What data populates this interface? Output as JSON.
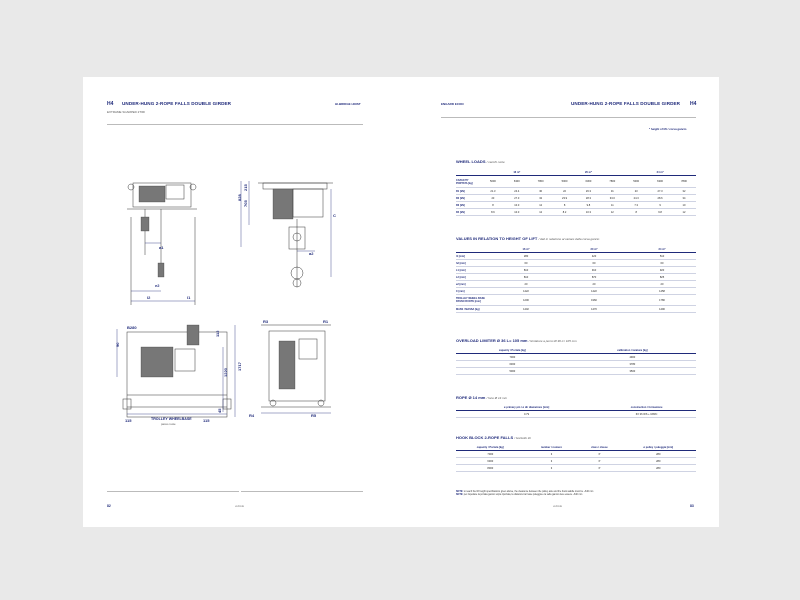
{
  "left": {
    "code": "H4",
    "title": "UNDER-HUNG 2-ROPE FALLS DOUBLE GIRDER",
    "subtitle": "EXTRAME SCARPED 2TIRI",
    "tag": "HI-BRIDGE HOIST",
    "dims": {
      "a1": "a1",
      "a2": "a2",
      "e2": "e2",
      "l2": "l2",
      "l1": "l1",
      "h1": "215",
      "h2": "705",
      "h3": "828",
      "c": "C",
      "b1": "B280",
      "b2": "90",
      "b3": "112",
      "b4": "1717",
      "b5": "1220",
      "b6": "45",
      "w1": "115",
      "w2": "115",
      "r1": "R3",
      "r2": "R1",
      "r3": "R4",
      "r4": "R5"
    },
    "caption_main": "TROLLEY WHEELBASE",
    "caption_sub": "passo ruote",
    "page_num": "82",
    "site": "verlinde"
  },
  "right": {
    "tag": "ENGARD ECON",
    "title": "UNDER-HUNG 2-ROPE FALLS DOUBLE GIRDER",
    "code": "H4",
    "subtitle": "* height of lift / corsa gancio",
    "wheel": {
      "title": "WHEEL LOADS",
      "title_it": "/ carichi ruote",
      "groups": [
        "16 m*",
        "20 m*",
        "24 m*"
      ],
      "cap_label": "CAPACITY",
      "cap_label_it": "PORTATA [kg]",
      "capacity": [
        "5000",
        "6300",
        "7800",
        "5000",
        "6300",
        "7800",
        "5000",
        "6300",
        "7800"
      ],
      "rows": [
        {
          "label": "R1 [kN]",
          "values": [
            "21.3",
            "24.4",
            "30",
            "22",
            "26.3",
            "31",
            "23",
            "27.3",
            "32"
          ]
        },
        {
          "label": "R2 [kN]",
          "values": [
            "23",
            "27.3",
            "32",
            "23.9",
            "28.3",
            "33.0",
            "24.3",
            "28.6",
            "34"
          ]
        },
        {
          "label": "R3 [kN]",
          "values": [
            "8",
            "10.3",
            "12",
            "8",
            "9.8",
            "11",
            "7.3",
            "9",
            "10"
          ]
        },
        {
          "label": "R4 [kN]",
          "values": [
            "8.6",
            "10.3",
            "12",
            "8.2",
            "10.3",
            "12",
            "8",
            "9.8",
            "12"
          ]
        }
      ]
    },
    "hol": {
      "title": "VALUES IN RELATION TO HEIGHT OF LIFT",
      "title_it": "/ dati in relazione al variare della corsa gancio",
      "groups": [
        "16 m*",
        "20 m*",
        "24 m*"
      ],
      "rows": [
        {
          "label": "l1 [mm]",
          "values": [
            "280",
            "420",
            "510"
          ]
        },
        {
          "label": "h2 [mm]",
          "values": [
            "60",
            "60",
            "60"
          ]
        },
        {
          "label": "L1 [mm]",
          "values": [
            "810",
            "910",
            "920"
          ]
        },
        {
          "label": "L2 [mm]",
          "values": [
            "810",
            "870",
            "825"
          ]
        },
        {
          "label": "e2 [mm]",
          "values": [
            "20",
            "20",
            "20"
          ]
        },
        {
          "label": "C [mm]",
          "values": [
            "1422",
            "1422",
            "1458"
          ]
        },
        {
          "label": "TROLLEY WHEEL BASE",
          "label2": "PASSO RUOTE [mm]",
          "values": [
            "1200",
            "1960",
            "1780"
          ]
        },
        {
          "label": "MASS / MASSA [kg]",
          "values": [
            "1402",
            "1470",
            "1490"
          ]
        }
      ]
    },
    "olim": {
      "title": "OVERLOAD LIMITER Ø 36 L= 105 mm",
      "title_it": "/ limitatore a perno Ø 36 L= 105 mm",
      "cols": [
        "capacity / Portata [kg]",
        "calibration / taratura [kg]"
      ],
      "rows": [
        [
          "7000",
          "4900"
        ],
        [
          "6300",
          "3780"
        ],
        [
          "5000",
          "3500"
        ]
      ]
    },
    "rope": {
      "title": "ROPE Ø 14 mm",
      "title_it": "/ fune Ø 14 mm",
      "cols": [
        "ø primary pin / ø dir diametrare [mm]",
        "construction / formazione"
      ],
      "rows": [
        [
          "0.79",
          "6X 36 WS + IWRC"
        ]
      ]
    },
    "hook": {
      "title": "HOOK BLOCK 2-ROPE FALLS",
      "title_it": "/ bozzello tiri",
      "cols": [
        "capacity / Portata [kg]",
        "number / numero",
        "class / classe",
        "ø pulley / puleggia [mm]"
      ],
      "rows": [
        [
          "7000",
          "3",
          "P",
          "280"
        ],
        [
          "6300",
          "3",
          "P",
          "280"
        ],
        [
          "8000",
          "3",
          "P",
          "280"
        ]
      ]
    },
    "note1_b": "NOTE:",
    "note1": "to reach the lift height specifications given above, the clearance between the pulley axle and the hook saddle must be ~640 mm",
    "note2_b": "NOTE:",
    "note2": "per rispettare la portata gancio sopra riportata, la distanza tra l'asse puleggia e la sella gancio deve essere ~640 mm",
    "page_num": "83",
    "site": "verlinde"
  }
}
